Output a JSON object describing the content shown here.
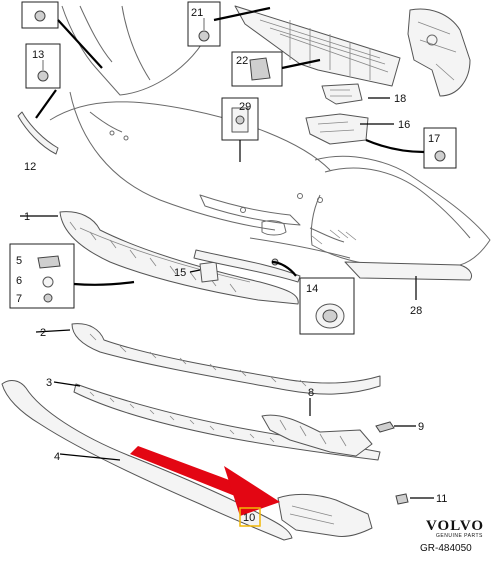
{
  "labels": {
    "l1": "1",
    "l2": "2",
    "l3": "3",
    "l4": "4",
    "l5": "5",
    "l6": "6",
    "l7": "7",
    "l8": "8",
    "l9": "9",
    "l10": "10",
    "l11": "11",
    "l12": "12",
    "l13": "13",
    "l14": "14",
    "l15": "15",
    "l16": "16",
    "l17": "17",
    "l18": "18",
    "l21": "21",
    "l22": "22",
    "l28": "28",
    "l29": "29"
  },
  "brand": {
    "name": "VOLVO",
    "subtitle": "GENUINE PARTS"
  },
  "reference": "GR-484050",
  "colors": {
    "arrow": "#e30613",
    "highlight_box": "#f2b705",
    "line": "#000000"
  }
}
